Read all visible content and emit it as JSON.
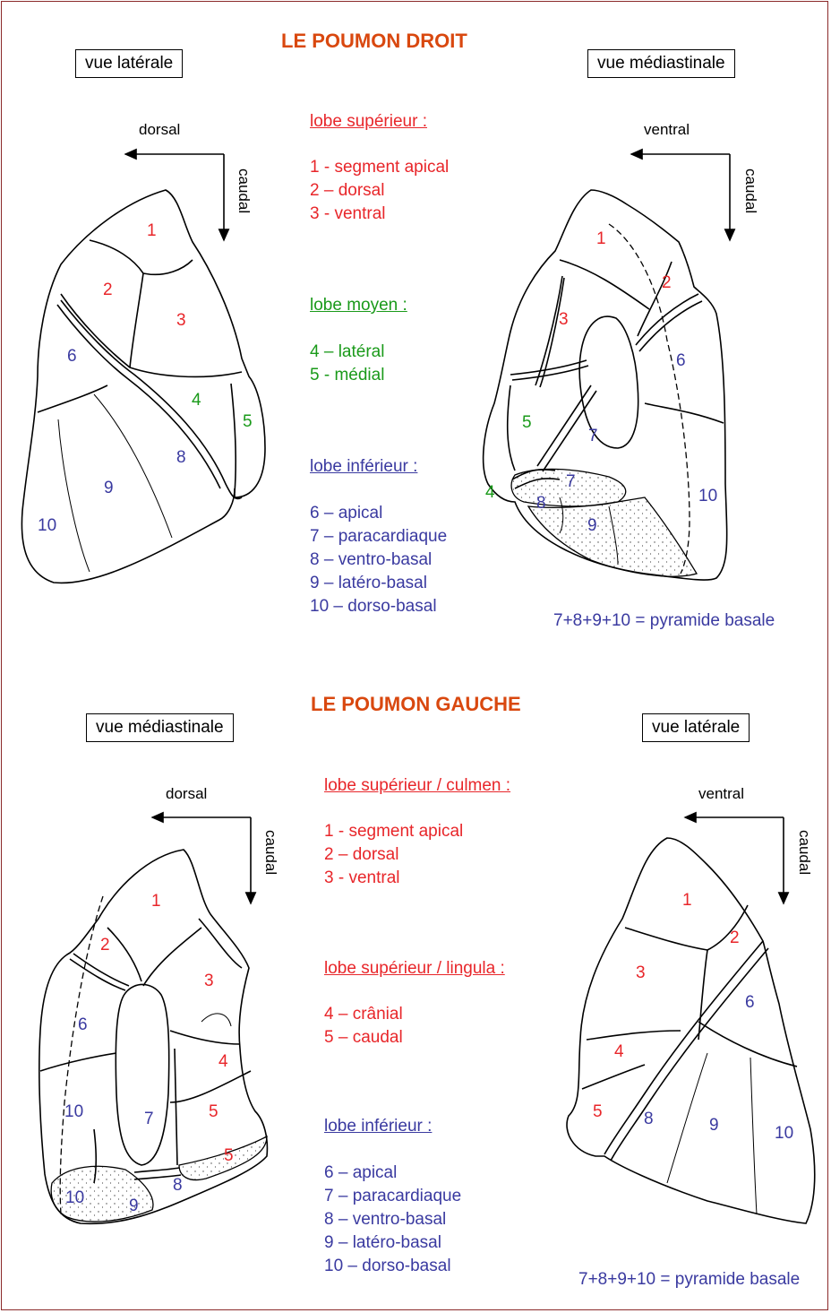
{
  "right_lung": {
    "title": "LE POUMON DROIT",
    "view_left": "vue latérale",
    "view_right": "vue médiastinale",
    "left_axes": {
      "horizontal": "dorsal",
      "vertical": "caudal"
    },
    "right_axes": {
      "horizontal": "ventral",
      "vertical": "caudal"
    },
    "upper_lobe": {
      "header": "lobe supérieur :",
      "items": [
        "1 - segment apical",
        "2 – dorsal",
        "3 - ventral"
      ]
    },
    "middle_lobe": {
      "header": "lobe moyen :",
      "items": [
        "4 – latéral",
        "5 - médial"
      ]
    },
    "lower_lobe": {
      "header": "lobe inférieur :",
      "items": [
        "6 – apical",
        "7 – paracardiaque",
        "8 – ventro-basal",
        "9 – latéro-basal",
        "10 – dorso-basal"
      ]
    },
    "pyramid_note": "7+8+9+10 = pyramide basale",
    "lateral_labels": [
      "1",
      "2",
      "3",
      "4",
      "5",
      "6",
      "8",
      "9",
      "10"
    ],
    "mediastinal_labels": [
      "1",
      "2",
      "3",
      "4",
      "5",
      "6",
      "7",
      "7",
      "8",
      "9",
      "10"
    ]
  },
  "left_lung": {
    "title": "LE POUMON GAUCHE",
    "view_left": "vue médiastinale",
    "view_right": "vue latérale",
    "left_axes": {
      "horizontal": "dorsal",
      "vertical": "caudal"
    },
    "right_axes": {
      "horizontal": "ventral",
      "vertical": "caudal"
    },
    "culmen": {
      "header": "lobe supérieur / culmen :",
      "items": [
        "1 - segment apical",
        "2 – dorsal",
        "3 - ventral"
      ]
    },
    "lingula": {
      "header": "lobe supérieur / lingula :",
      "items": [
        "4 – crânial",
        "5 – caudal"
      ]
    },
    "lower_lobe": {
      "header": "lobe inférieur :",
      "items": [
        "6 – apical",
        "7 – paracardiaque",
        "8 – ventro-basal",
        "9 – latéro-basal",
        "10 – dorso-basal"
      ]
    },
    "pyramid_note": "7+8+9+10 = pyramide basale",
    "mediastinal_labels": [
      "1",
      "2",
      "3",
      "4",
      "5",
      "5",
      "6",
      "7",
      "8",
      "9",
      "10",
      "10"
    ],
    "lateral_labels": [
      "1",
      "2",
      "3",
      "4",
      "5",
      "6",
      "8",
      "9",
      "10"
    ]
  },
  "colors": {
    "title": "#d9480f",
    "upper": "#e8262a",
    "middle": "#1a9a1a",
    "lower": "#3a3aa0",
    "frame": "#8b2a2a"
  }
}
